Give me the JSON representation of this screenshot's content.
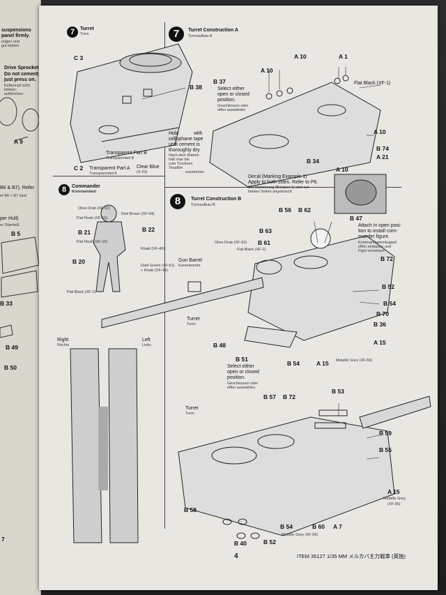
{
  "left_fragments": {
    "t1": "suspensions",
    "t2": "panel firmly.",
    "t3": "ungen und",
    "t4": "gut kleben",
    "t5": "Drive Sprocket",
    "t6": "Do not cement;",
    "t7": "just press on.",
    "t8": "Kettenrad nicht",
    "t9": "kleben;",
    "t10": "aufdrücken.",
    "a9": "A 9",
    "t11": "B6 & B7). Refer",
    "t12": "er B6 + B7 sind",
    "t13": "per Hull)",
    "t14": "er Oberteil)",
    "b5": "B 5",
    "b33": "B 33",
    "b49": "B 49",
    "b50": "B 50",
    "b7": "7"
  },
  "step7small": {
    "num": "7",
    "title": "Turret",
    "sub": "Turm",
    "c3": "C 3",
    "c2": "C 2",
    "b38": "B 38",
    "hold1": "Hold",
    "hold2": "with",
    "hold3": "cellophane tape",
    "hold4": "until cement is",
    "hold5": "thoroughly dry.",
    "hold6": "Nach dem Kleben",
    "hold7": "hält man bis",
    "hold8": "zum Trocknen",
    "hold9": "Tesafilm",
    "hold10": "zusammen",
    "tpb": "Transparent Part B",
    "tpb_de": "Transparenteil B",
    "tpa": "Transparent Part A",
    "tpa_de": "Transparenteil A",
    "clear": "Clear Blue",
    "clear_code": "(X-23)"
  },
  "step7a": {
    "num": "7",
    "title": "Turret Construction A",
    "sub": "Turmaufbau A",
    "a10a": "A 10",
    "a1": "A 1",
    "b37": "B 37",
    "sel1": "Select either",
    "sel2": "open or closed",
    "sel3": "position.",
    "sel4": "Geschlossen oder",
    "sel5": "offen auswählen",
    "flat_black": "Flat Black (XF-1)",
    "a10b": "A 10",
    "b74": "B 74",
    "a21": "A 21",
    "b34": "B 34",
    "a10c": "A 10",
    "decal1": "Decal (Marking Example 1)",
    "decal2": "Apply to both sides. Refer to P6.",
    "decal3": "Die Markierung (Beispiel 1) wird auf",
    "decal4": "beiden Seiten angebracht."
  },
  "step8c": {
    "num": "8",
    "title": "Commander",
    "sub": "Kommandant",
    "olive": "Olive Drab (XF-62)",
    "red": "Red Brown (XF-64)",
    "flesh1": "Flat Flesh (XF-15)",
    "b21": "B 21",
    "b22": "B 22",
    "flesh2": "Flat Flesh (XF-15)",
    "khaki": "Khaki (XF-49)",
    "b20": "B 20",
    "dkgreen": "Dark Green (XF-61)",
    "khaki2": "+ Khaki (XF-49)",
    "flatblack": "Flat Black (XF-1)",
    "right": "Right",
    "right_de": "Rechts",
    "left": "Left",
    "left_de": "Links"
  },
  "step8b": {
    "num": "8",
    "title": "Turret Construction B",
    "sub": "Turmaufbau B",
    "b56": "B 56",
    "b62": "B 62",
    "b63": "B 63",
    "b47": "B 47",
    "att1": "Attach in open posi-",
    "att2": "tion to install com-",
    "att3": "mander figure.",
    "att4": "Kommandantenkuppel",
    "att5": "offen einbauen und",
    "att6": "Figur einsetzen.",
    "olive": "Olive Drab (XF-62)",
    "b61": "B 61",
    "flatblack": "Flat Black (XF-1)",
    "b72": "B 72",
    "gun": "Gun Barrel",
    "gun_de": "Kanonenrohr",
    "b52": "B 52",
    "b54": "B 54",
    "b70": "B 70",
    "turret": "Turret",
    "turret_de": "Turm",
    "b36": "B 36",
    "b48": "B 48",
    "a15": "A 15",
    "b51": "B 51",
    "sel1": "Select either",
    "sel2": "open or closed",
    "sel3": "position.",
    "sel4": "Geschlossen oder",
    "sel5": "offen auswählen.",
    "b54b": "B 54",
    "a15b": "A 15",
    "metal": "Metallic Grey (XF-56)"
  },
  "bottom": {
    "b53": "B 53",
    "b57": "B 57",
    "b72": "B 72",
    "turret": "Turret",
    "turret_de": "Turm",
    "b59": "B 59",
    "b55": "B 55",
    "a15": "A 15",
    "metal1": "Metallic Grey",
    "metal2": "(XF-56)",
    "b58": "B 58",
    "b54": "B 54",
    "b60": "B 60",
    "a7": "A 7",
    "metal3": "Metallic Grey (XF-56)",
    "b40": "B 40",
    "b52": "B 52"
  },
  "footer": {
    "page": "4",
    "item": "ITEM 35127  1/35 MM メルカバ主力戦車 (英独)"
  }
}
